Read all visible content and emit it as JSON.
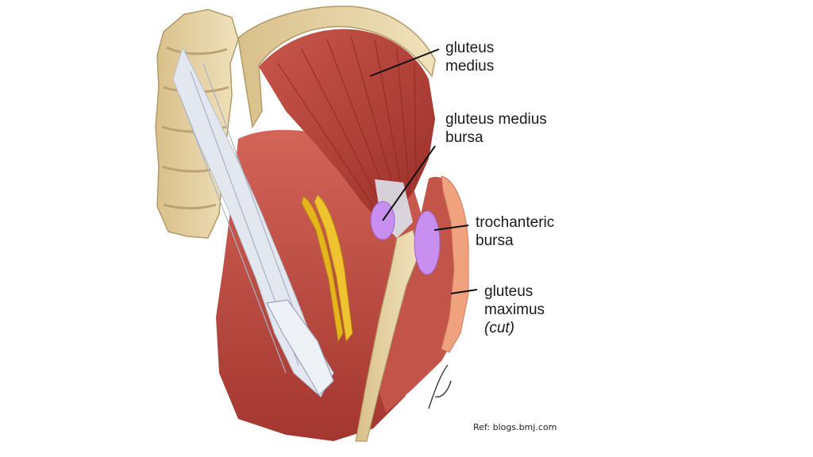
{
  "labels": {
    "gluteus_medius": {
      "line1": "gluteus",
      "line2": "medius"
    },
    "gluteus_medius_bursa": {
      "line1": "gluteus medius",
      "line2": "bursa"
    },
    "trochanteric_bursa": {
      "line1": "trochanteric",
      "line2": "bursa"
    },
    "gluteus_maximus": {
      "line1": "gluteus",
      "line2": "maximus",
      "line3": "(cut)"
    }
  },
  "reference": "Ref: blogs.bmj.com",
  "colors": {
    "muscle": "#b9443a",
    "muscle_dark": "#8f2a25",
    "bone": "#e6d2a0",
    "ligament": "#dfe5ee",
    "nerve": "#e6b51c",
    "bursa": "#c58be8"
  }
}
